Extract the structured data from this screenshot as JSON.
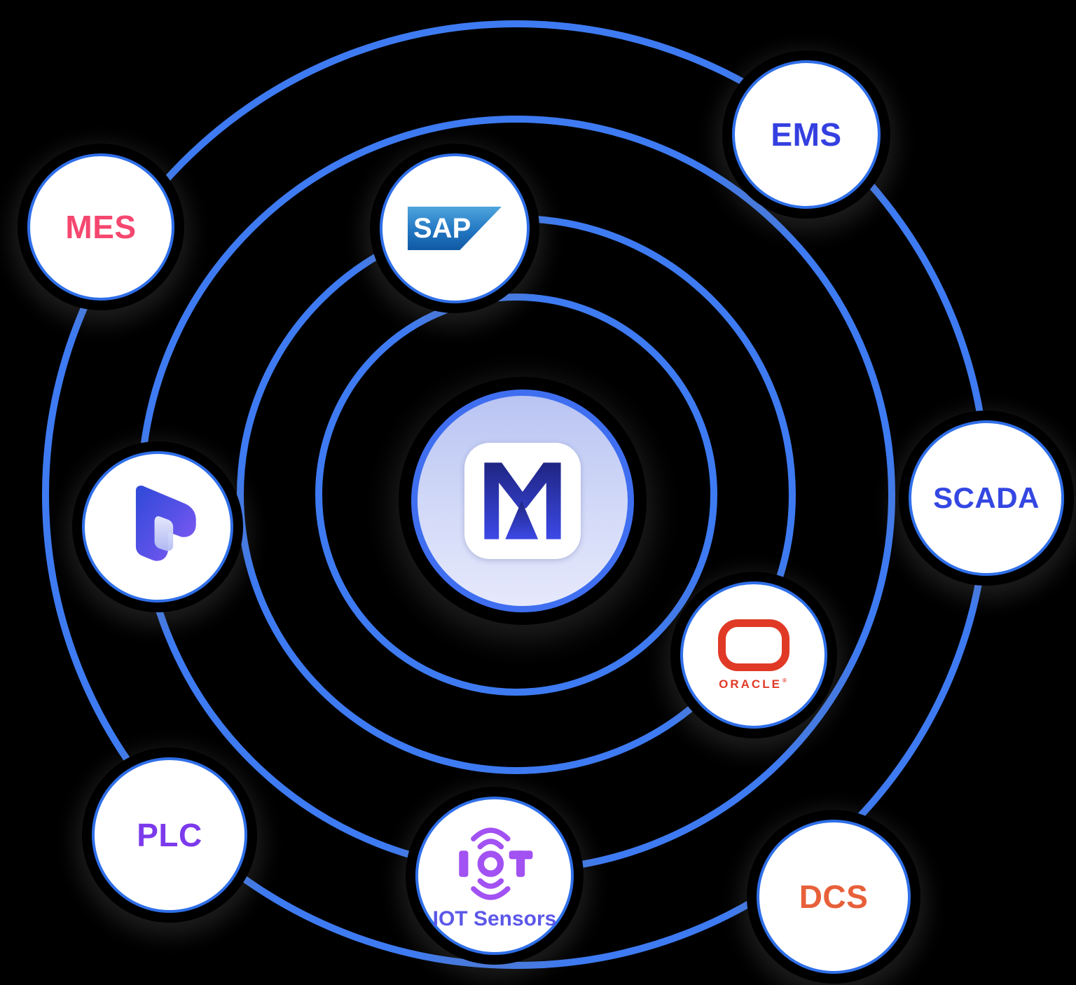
{
  "diagram": {
    "background_color": "#000000",
    "orbit_color": "#3e7bf2",
    "orbit_count": 4,
    "center_node": {
      "icon": "mw-monogram-icon",
      "fill_gradient": [
        "#b9c4f2",
        "#e6e9fc"
      ],
      "border_color": "#3f6ff0",
      "monogram_gradient": [
        "#1f2582",
        "#3c49e6"
      ]
    },
    "nodes": {
      "ems": {
        "label": "EMS",
        "label_color": "#3540e0",
        "ring": 4
      },
      "mes": {
        "label": "MES",
        "label_color": "#f5476f",
        "ring": 4
      },
      "sap": {
        "icon": "sap-logo",
        "logo_text": "SAP",
        "logo_gradient": [
          "#4fa5dd",
          "#1059a4"
        ],
        "logo_text_color": "#ffffff",
        "ring": 2
      },
      "dynamics": {
        "icon": "dynamics-365-icon",
        "icon_gradient": [
          "#2e49d8",
          "#8a5cf5"
        ],
        "ring": 3
      },
      "scada": {
        "label": "SCADA",
        "label_color": "#3447e2",
        "ring": 4
      },
      "oracle": {
        "icon": "oracle-logo",
        "logo_text": "ORACLE",
        "registered_mark": "®",
        "logo_color": "#e03a26",
        "ring": 2
      },
      "plc": {
        "label": "PLC",
        "label_color": "#7c3aec",
        "ring": 4
      },
      "iot": {
        "icon": "iot-signal-icon",
        "icon_letter_i": "I",
        "icon_letter_t": "T",
        "icon_color": "#a251f2",
        "label": "IOT Sensors",
        "label_color": "#5c58e8",
        "ring": 3
      },
      "dcs": {
        "label": "DCS",
        "label_color": "#e7603a",
        "ring": 4
      }
    }
  }
}
